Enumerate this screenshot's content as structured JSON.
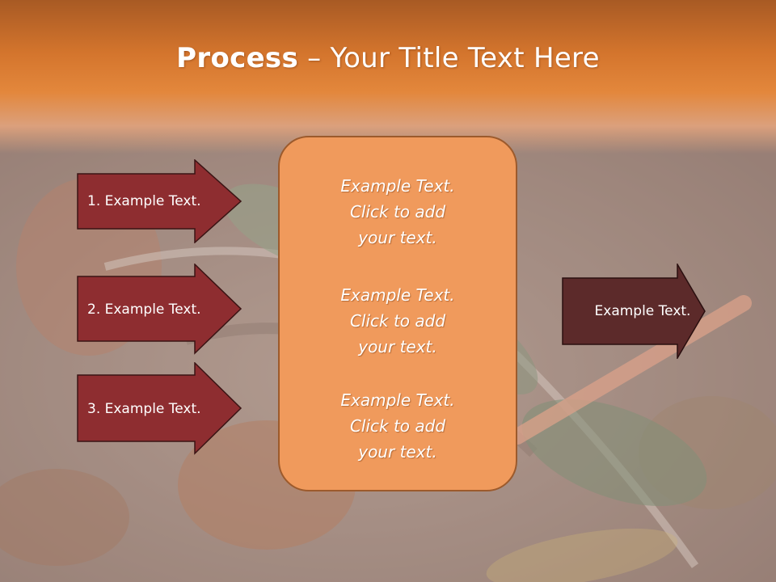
{
  "slide": {
    "title_bold": "Process",
    "title_rest": " – Your Title Text Here"
  },
  "left_arrows": [
    {
      "label": "1. Example Text."
    },
    {
      "label": "2. Example Text."
    },
    {
      "label": "3. Example Text."
    }
  ],
  "center_box": {
    "blocks": [
      {
        "line1": "Example Text.",
        "line2": "Click  to add",
        "line3": "your text."
      },
      {
        "line1": "Example Text.",
        "line2": "Click  to add",
        "line3": "your text."
      },
      {
        "line1": "Example Text.",
        "line2": "Click  to add",
        "line3": "your text."
      }
    ]
  },
  "right_arrow": {
    "label": "Example Text."
  },
  "colors": {
    "left_arrow_fill": "#8e2d30",
    "right_arrow_fill": "#5c2a2a",
    "center_box_fill": "#f09a5c",
    "header_orange": "#e3873c"
  }
}
